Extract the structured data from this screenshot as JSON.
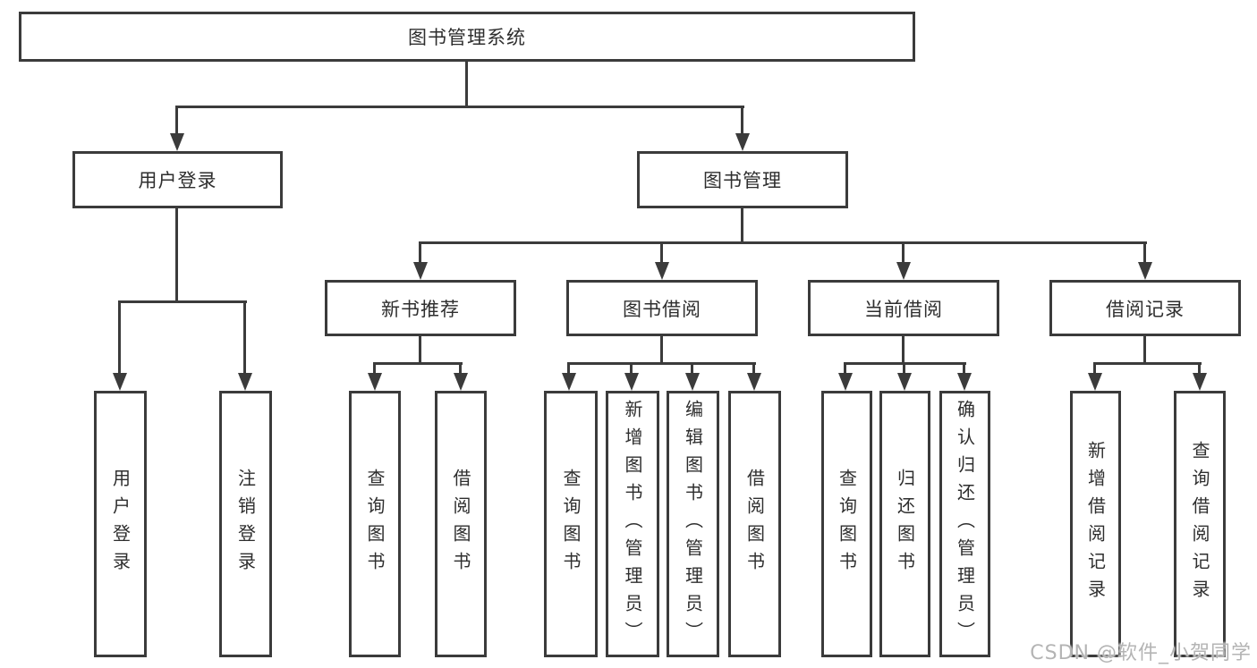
{
  "diagram_title": "图书管理系统",
  "tree": {
    "root": {
      "label": "图书管理系统",
      "children": [
        {
          "label": "用户登录",
          "children": [
            {
              "label": "用户登录"
            },
            {
              "label": "注销登录"
            }
          ]
        },
        {
          "label": "图书管理",
          "children": [
            {
              "label": "新书推荐",
              "children": [
                {
                  "label": "查询图书"
                },
                {
                  "label": "借阅图书"
                }
              ]
            },
            {
              "label": "图书借阅",
              "children": [
                {
                  "label": "查询图书"
                },
                {
                  "label": "新增图书（管理员）"
                },
                {
                  "label": "编辑图书（管理员）"
                },
                {
                  "label": "借阅图书"
                }
              ]
            },
            {
              "label": "当前借阅",
              "children": [
                {
                  "label": "查询图书"
                },
                {
                  "label": "归还图书"
                },
                {
                  "label": "确认归还（管理员）"
                }
              ]
            },
            {
              "label": "借阅记录",
              "children": [
                {
                  "label": "新增借阅记录"
                },
                {
                  "label": "查询借阅记录"
                }
              ]
            }
          ]
        }
      ]
    }
  },
  "watermark": {
    "text": "CSDN @软件_小贺同学"
  },
  "colors": {
    "line": "#3b3b3b",
    "text": "#2e2e2e",
    "watermark": "#b4b4b4"
  }
}
